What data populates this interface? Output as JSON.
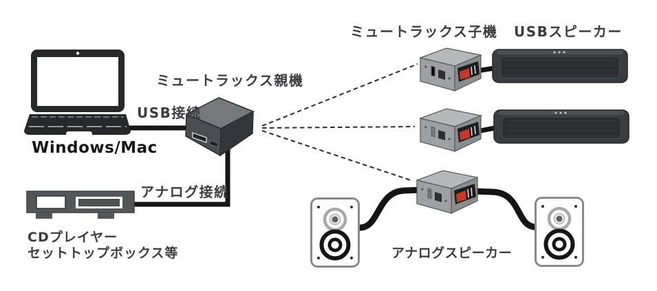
{
  "labels": {
    "computer": "Windows/Mac",
    "usb_connection": "USB接続",
    "parent_unit": "ミュートラックス親機",
    "analog_connection": "アナログ接続",
    "source_line1": "CDプレイヤー",
    "source_line2": "セットトップボックス等",
    "child_unit": "ミュートラックス子機",
    "usb_speaker": "USBスピーカー",
    "analog_speaker": "アナログスピーカー"
  },
  "colors": {
    "background": "#ffffff",
    "label_text": "#3d3d40",
    "strong_label_text": "#161616",
    "cable_black": "#161616",
    "dashed_link": "#2b2b2b",
    "terminal_red": "#c23b2a",
    "parent_unit_body": "#4a4e52",
    "child_unit_body": "#9ea1a2",
    "usb_speaker_body": "#3a3d3f",
    "cd_player_body": "#54575a"
  }
}
